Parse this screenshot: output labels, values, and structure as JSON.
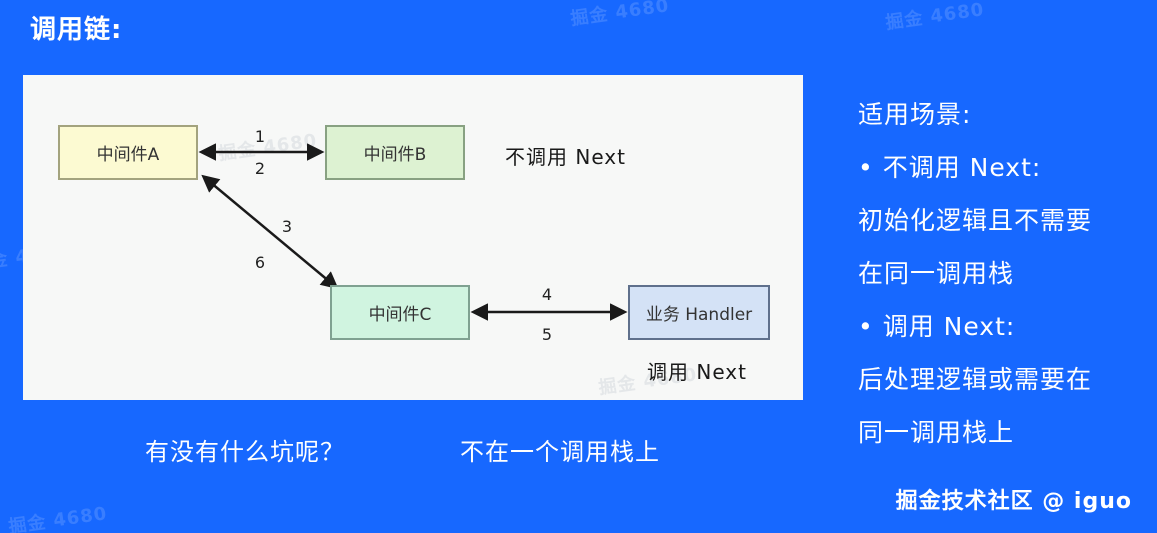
{
  "title": "调用链:",
  "watermark": "掘金 4680",
  "diagram": {
    "nodes": [
      {
        "id": "middleware-a",
        "label": "中间件A"
      },
      {
        "id": "middleware-b",
        "label": "中间件B"
      },
      {
        "id": "middleware-c",
        "label": "中间件C"
      },
      {
        "id": "handler",
        "label": "业务 Handler"
      }
    ],
    "edge_labels": {
      "ab_top": "1",
      "ab_bottom": "2",
      "ac_top": "3",
      "ac_bottom": "6",
      "ch_top": "4",
      "ch_bottom": "5"
    },
    "annotations": {
      "no_next": "不调用 Next",
      "call_next": "调用 Next"
    }
  },
  "captions": {
    "question": "有没有什么坑呢？",
    "note": "不在一个调用栈上"
  },
  "sidebar": {
    "title": "适用场景:",
    "lines": [
      "• 不调用 Next:",
      "初始化逻辑且不需要",
      "在同一调用栈",
      "• 调用 Next:",
      "后处理逻辑或需要在",
      "同一调用栈上"
    ]
  },
  "footer": {
    "credit": "掘金技术社区 @ iguo"
  },
  "colors": {
    "background": "#1768ff",
    "panel": "#f7f8f7",
    "node_a_fill": "#fcfad2",
    "node_b_fill": "#ddf2d2",
    "node_c_fill": "#d0f4e0",
    "handler_fill": "#d4e2f6",
    "arrow": "#1a1a1a",
    "text_light": "#ffffff"
  }
}
